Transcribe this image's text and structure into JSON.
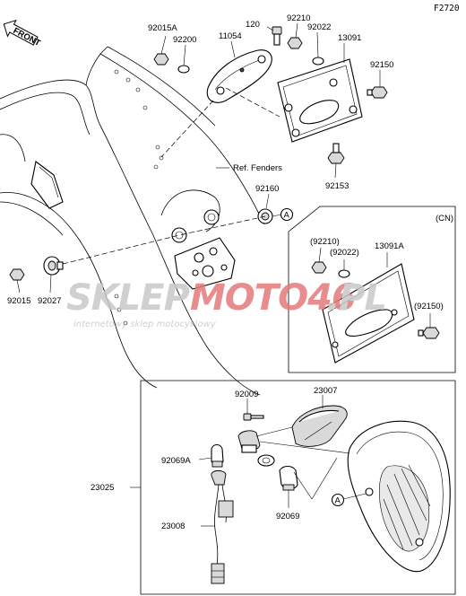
{
  "figure_code": "F2720",
  "front_label": "FRONT",
  "ref_label": "Ref. Fenders",
  "cn_label": "(CN)",
  "connector_ref": "A",
  "watermark": {
    "brand_left": "SKLEP",
    "brand_right": "MOTO46",
    "suffix": ".PL",
    "subtitle": "internetowy sklep motocyklowy",
    "color_grey": "#c8c8c8",
    "color_red": "#e47a7a"
  },
  "parts": {
    "p92015A": "92015A",
    "p92200": "92200",
    "p11054": "11054",
    "p120": "120",
    "p92210": "92210",
    "p92022": "92022",
    "p13091": "13091",
    "p92150": "92150",
    "p92153": "92153",
    "p92160": "92160",
    "p92015": "92015",
    "p92027": "92027",
    "cn92210": "(92210)",
    "cn92022": "(92022)",
    "cn13091A": "13091A",
    "cn92150": "(92150)",
    "p92009": "92009",
    "p23007": "23007",
    "p92069A": "92069A",
    "p23025": "23025",
    "p23008": "23008",
    "p92069": "92069"
  }
}
